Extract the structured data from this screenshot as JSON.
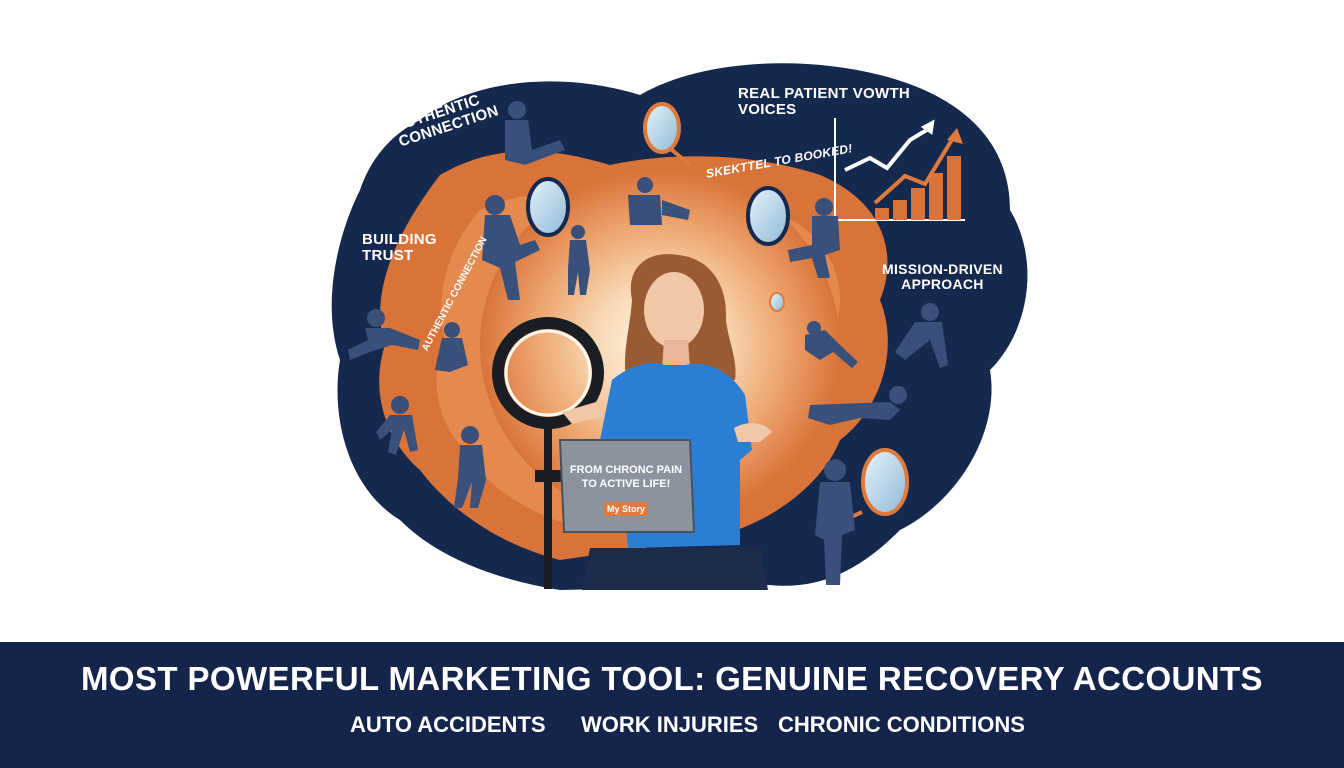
{
  "illustration": {
    "labels": {
      "authentic_connection": [
        "AUTHENTIC",
        "CONNECTION"
      ],
      "building_trust": [
        "BUILDING",
        "TRUST"
      ],
      "real_patient": [
        "REAL PATIENT VOWTH",
        "VOICES"
      ],
      "mission_driven": [
        "MISSION-DRIVEN",
        "APPROACH"
      ],
      "booked": "SKEKTTEL TO BOOKED!",
      "ring_text": "AUTHENTIC CONNECTION"
    },
    "laptop": {
      "line1": "FROM CHRONC PAIN",
      "line2": "TO ACTIVE LIFE!",
      "badge": "My Story"
    }
  },
  "footer": {
    "title": "MOST POWERFUL MARKETING TOOL: GENUINE RECOVERY ACCOUNTS",
    "categories": [
      "AUTO ACCIDENTS",
      "WORK INJURIES",
      "CHRONIC CONDITIONS"
    ]
  },
  "colors": {
    "navy": "#15294f",
    "orange": "#d8743a",
    "footer_bg": "#14244a",
    "shirt": "#2a7fd4"
  }
}
